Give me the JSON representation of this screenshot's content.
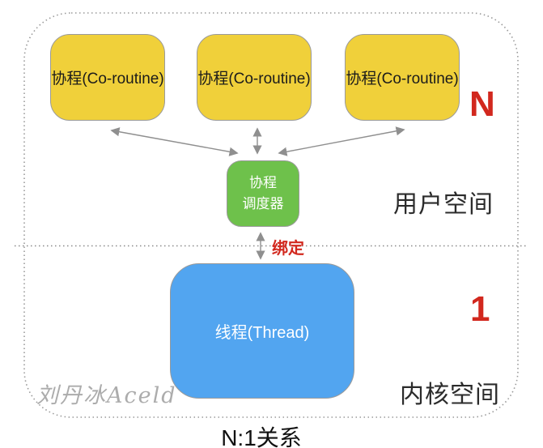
{
  "diagram": {
    "caption": "N:1关系",
    "coroutines": [
      {
        "label": "协程(Co-routine)"
      },
      {
        "label": "协程(Co-routine)"
      },
      {
        "label": "协程(Co-routine)"
      }
    ],
    "scheduler": {
      "line1": "协程",
      "line2": "调度器"
    },
    "thread": {
      "label": "线程(Thread)"
    },
    "bind_label": "绑定",
    "regions": {
      "user_space": {
        "label": "用户空间",
        "count": "N"
      },
      "kernel_space": {
        "label": "内核空间",
        "count": "1"
      }
    },
    "watermark": "刘丹冰Aceld",
    "colors": {
      "coroutine_fill": "#F0D03A",
      "scheduler_fill": "#6EC14B",
      "thread_fill": "#52A5F0",
      "accent_red": "#D2281E",
      "border_gray": "#999999",
      "arrow_gray": "#8F8F8F",
      "watermark_gray": "#ACACAC"
    }
  }
}
